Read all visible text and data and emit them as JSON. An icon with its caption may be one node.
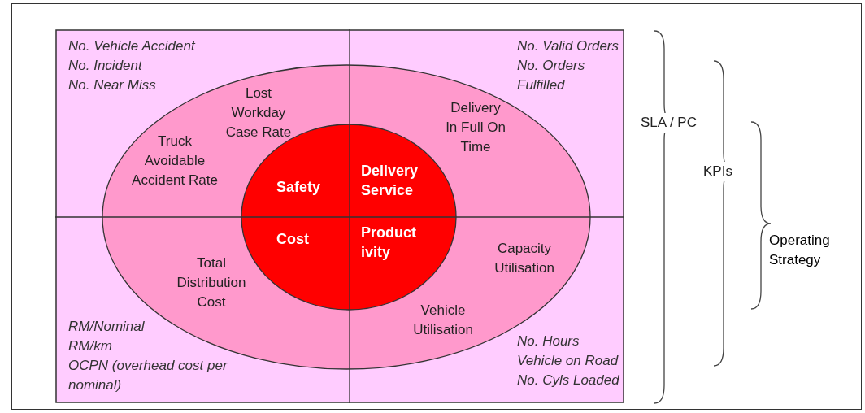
{
  "diagram": {
    "nodes": [
      {
        "text": [
          "No. Vehicle Accident",
          "No. Incident",
          "No. Near Miss",
          "No. Valid Orders",
          "No. Orders Fulfilled",
          "RM/Nominal",
          "RM/km",
          "OCPN (overhead cost per nominal)",
          "No. Hours",
          "Vehicle on Road",
          "No. Cyls Loaded"
        ]
      },
      {
        "text": [
          "Lost Workday Case Rate",
          "Truck Avoidable Accident Rate",
          "Delivery In Full On Time",
          "Total Distribution Cost",
          "Capacity Utilisation",
          "Vehicle Utilisation"
        ],
        "in": 0
      },
      {
        "text": [
          "Safety",
          "Delivery Service",
          "Cost",
          "Product ivity"
        ],
        "in": 1
      }
    ],
    "edges": [],
    "labels": [
      "SLA / PC",
      "KPIs",
      "Operating Strategy"
    ]
  }
}
